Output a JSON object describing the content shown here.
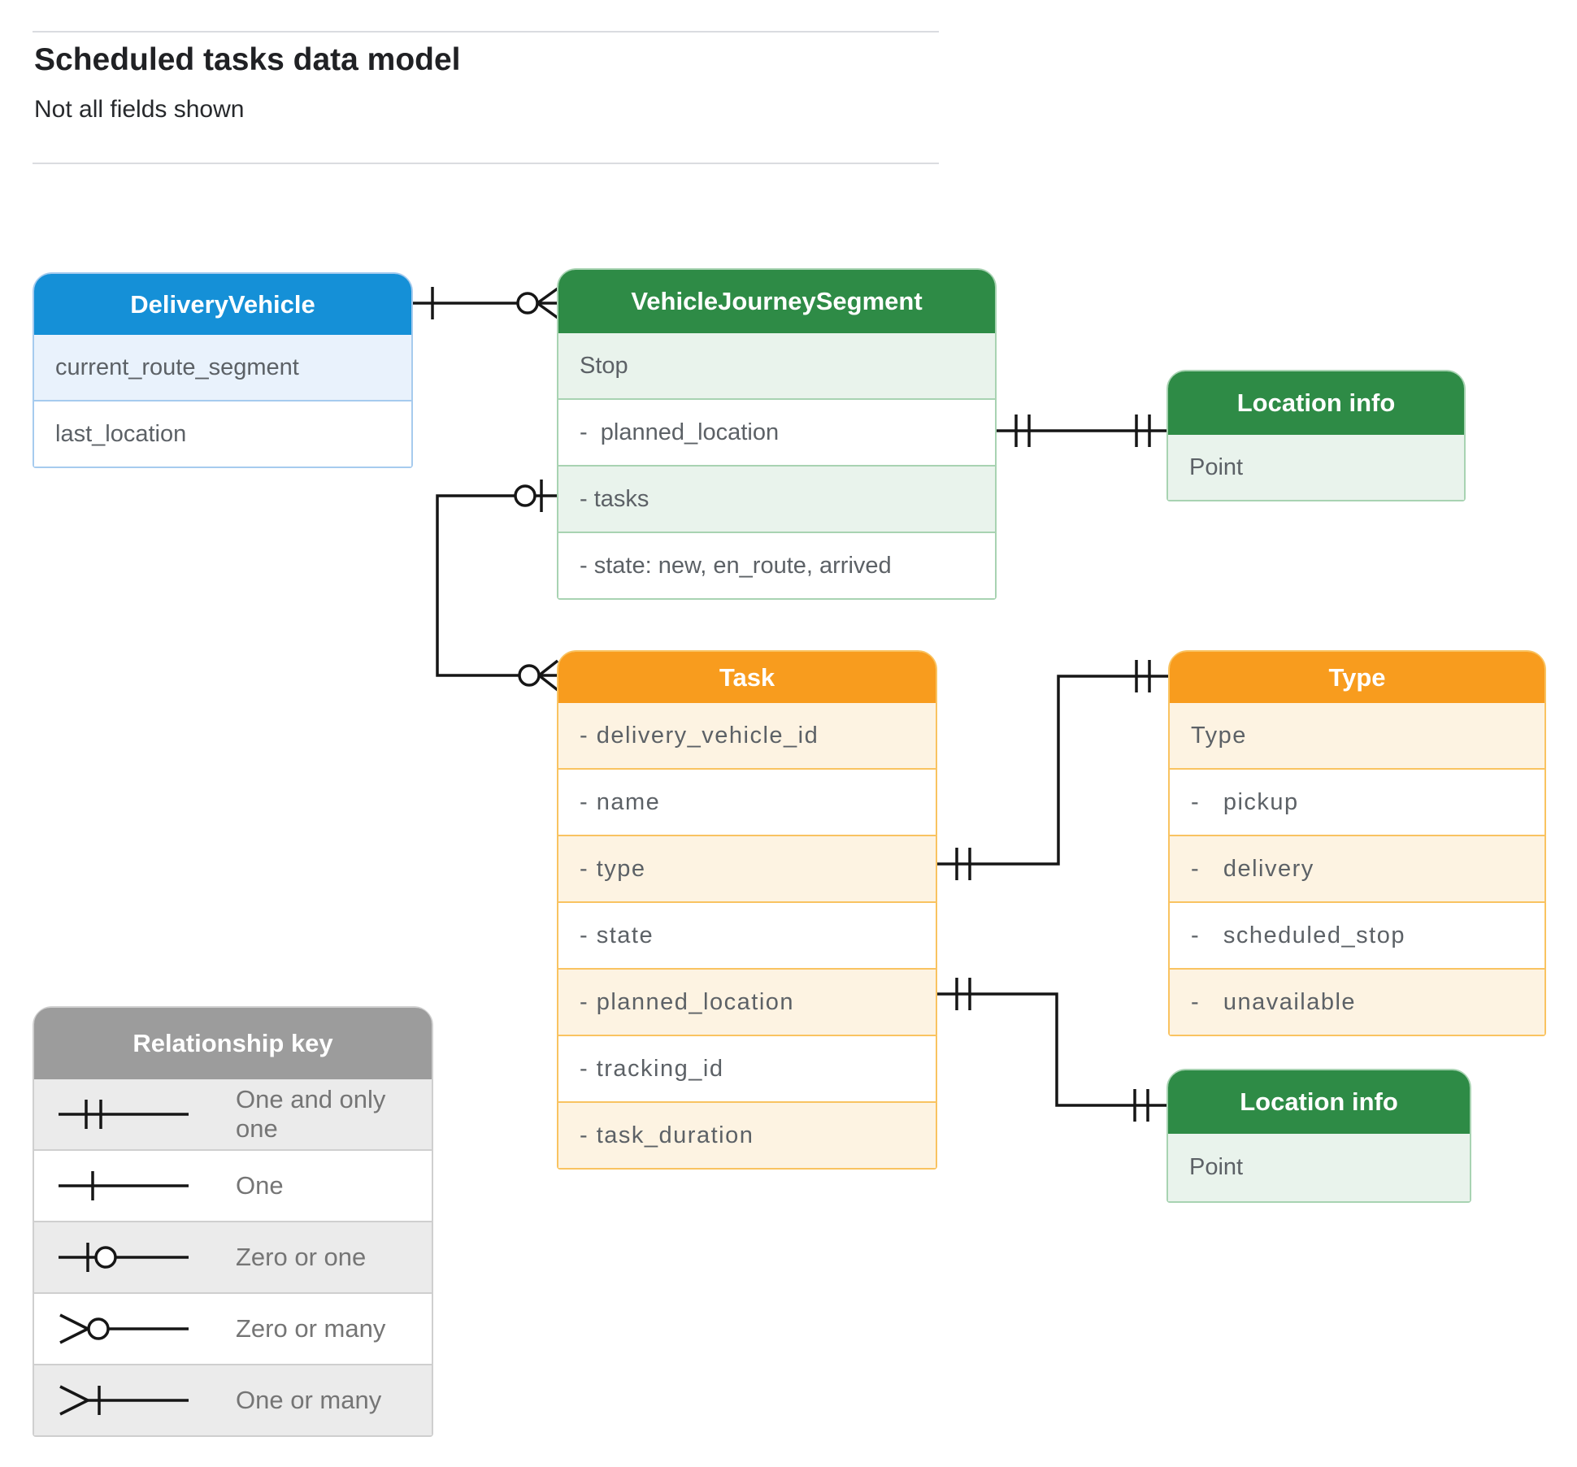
{
  "header": {
    "title": "Scheduled tasks data model",
    "subtitle": "Not all fields shown"
  },
  "entities": [
    {
      "title": "DeliveryVehicle",
      "theme": "blue",
      "rows": [
        {
          "text": "current_route_segment",
          "shaded": true
        },
        {
          "text": "last_location",
          "shaded": false
        }
      ]
    },
    {
      "title": "VehicleJourneySegment",
      "theme": "green",
      "rows": [
        {
          "text": "Stop",
          "shaded": true
        },
        {
          "text": "-  planned_location",
          "shaded": false
        },
        {
          "text": "- tasks",
          "shaded": true
        },
        {
          "text": "- state: new, en_route, arrived",
          "shaded": false
        }
      ]
    },
    {
      "title": "Location info",
      "theme": "green",
      "rows": [
        {
          "text": "Point",
          "shaded": true
        }
      ]
    },
    {
      "title": "Task",
      "theme": "orange",
      "rows": [
        {
          "text": "- delivery_vehicle_id",
          "shaded": true
        },
        {
          "text": "- name",
          "shaded": false
        },
        {
          "text": "- type",
          "shaded": true
        },
        {
          "text": "- state",
          "shaded": false
        },
        {
          "text": "- planned_location",
          "shaded": true
        },
        {
          "text": "- tracking_id",
          "shaded": false
        },
        {
          "text": "- task_duration",
          "shaded": true
        }
      ]
    },
    {
      "title": "Type",
      "theme": "orange",
      "rows": [
        {
          "text": "Type",
          "shaded": true
        },
        {
          "text": "-   pickup",
          "shaded": false
        },
        {
          "text": "-   delivery",
          "shaded": true
        },
        {
          "text": "-   scheduled_stop",
          "shaded": false
        },
        {
          "text": "-   unavailable",
          "shaded": true
        }
      ]
    },
    {
      "title": "Location info",
      "theme": "green",
      "rows": [
        {
          "text": "Point",
          "shaded": true
        }
      ]
    }
  ],
  "relationships": [
    {
      "from": "DeliveryVehicle",
      "to": "VehicleJourneySegment",
      "from_cardinality": "one",
      "to_cardinality": "zero-or-many"
    },
    {
      "from": "VehicleJourneySegment.tasks",
      "to": "Task",
      "from_cardinality": "zero-or-one",
      "to_cardinality": "zero-or-many"
    },
    {
      "from": "VehicleJourneySegment.planned_location",
      "to": "Location info",
      "from_cardinality": "one-and-only-one",
      "to_cardinality": "one-and-only-one"
    },
    {
      "from": "Task.type",
      "to": "Type",
      "from_cardinality": "one-and-only-one",
      "to_cardinality": "one-and-only-one"
    },
    {
      "from": "Task.planned_location",
      "to": "Location info",
      "from_cardinality": "one-and-only-one",
      "to_cardinality": "one-and-only-one"
    }
  ],
  "legend": {
    "title": "Relationship key",
    "items": [
      {
        "symbol": "one-and-only-one",
        "label": "One and only one"
      },
      {
        "symbol": "one",
        "label": "One"
      },
      {
        "symbol": "zero-or-one",
        "label": "Zero or one"
      },
      {
        "symbol": "zero-or-many",
        "label": "Zero or many"
      },
      {
        "symbol": "one-or-many",
        "label": "One or many"
      }
    ]
  },
  "colors": {
    "blue_header": "#1590D7",
    "blue_row": "#E9F2FC",
    "green_header": "#2E8B46",
    "green_row": "#E9F3EC",
    "orange_header": "#F89C1E",
    "orange_row": "#FDF3E2",
    "gray_header": "#9C9C9C",
    "gray_row": "#EBEBEB",
    "row_text": "#5C6166",
    "legend_text": "#757575",
    "line": "#161616"
  }
}
